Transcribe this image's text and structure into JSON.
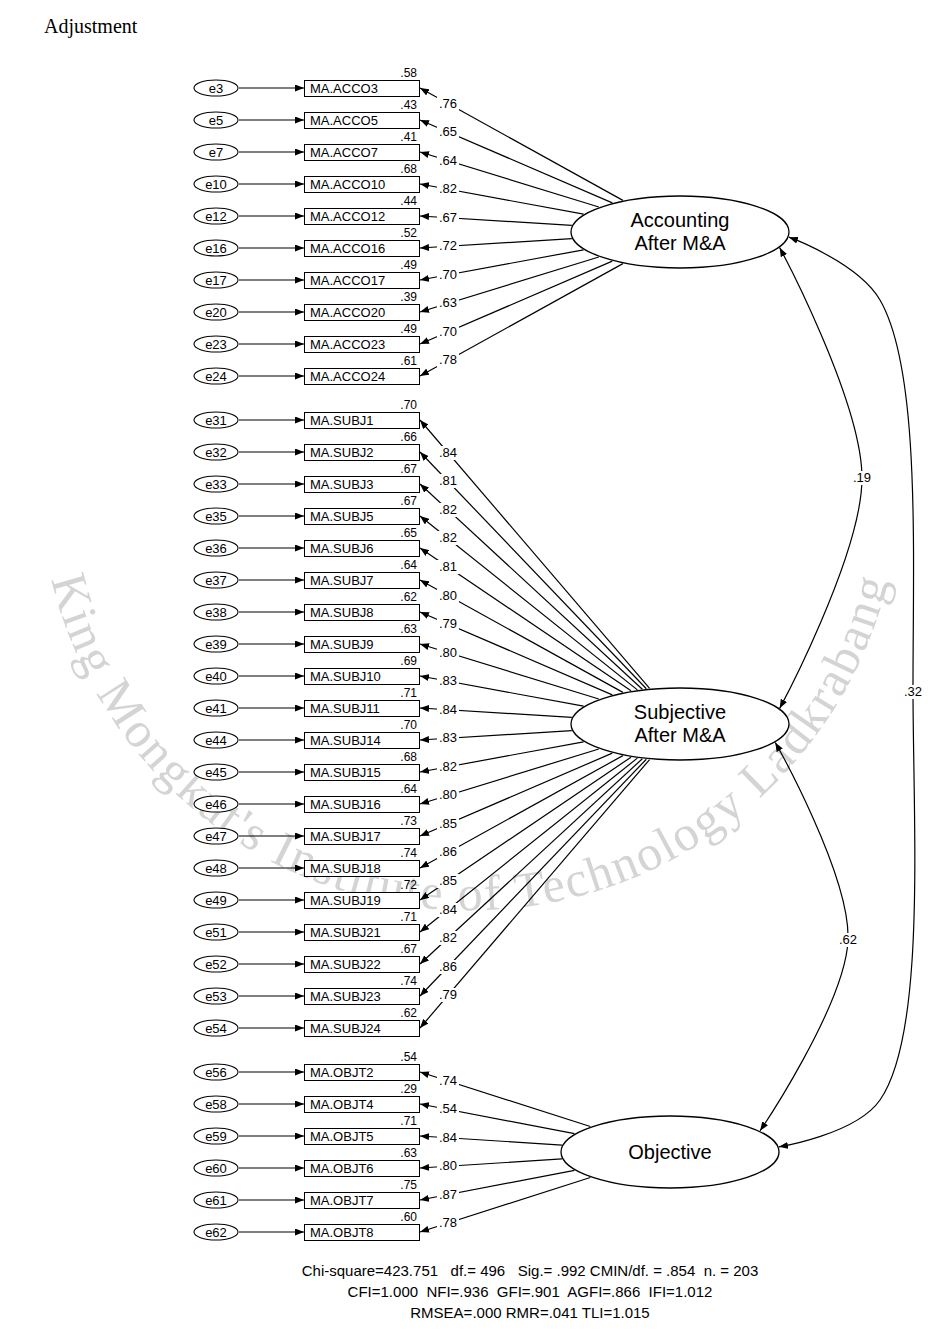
{
  "diagram": {
    "title": "Adjustment",
    "nodes": [
      {
        "text": [
          "e3"
        ]
      },
      {
        "text": [
          "MA.ACCO3",
          ".58"
        ]
      },
      {
        "text": [
          "e5"
        ]
      },
      {
        "text": [
          "MA.ACCO5",
          ".43"
        ]
      },
      {
        "text": [
          "e7"
        ]
      },
      {
        "text": [
          "MA.ACCO7",
          ".41"
        ]
      },
      {
        "text": [
          "e10"
        ]
      },
      {
        "text": [
          "MA.ACCO10",
          ".68"
        ]
      },
      {
        "text": [
          "e12"
        ]
      },
      {
        "text": [
          "MA.ACCO12",
          ".44"
        ]
      },
      {
        "text": [
          "e16"
        ]
      },
      {
        "text": [
          "MA.ACCO16",
          ".52"
        ]
      },
      {
        "text": [
          "e17"
        ]
      },
      {
        "text": [
          "MA.ACCO17",
          ".49"
        ]
      },
      {
        "text": [
          "e20"
        ]
      },
      {
        "text": [
          "MA.ACCO20",
          ".39"
        ]
      },
      {
        "text": [
          "e23"
        ]
      },
      {
        "text": [
          "MA.ACCO23",
          ".49"
        ]
      },
      {
        "text": [
          "e24"
        ]
      },
      {
        "text": [
          "MA.ACCO24",
          ".61"
        ]
      },
      {
        "text": [
          "Accounting After M&A"
        ]
      },
      {
        "text": [
          "e31"
        ]
      },
      {
        "text": [
          "MA.SUBJ1",
          ".70"
        ]
      },
      {
        "text": [
          "e32"
        ]
      },
      {
        "text": [
          "MA.SUBJ2",
          ".66"
        ]
      },
      {
        "text": [
          "e33"
        ]
      },
      {
        "text": [
          "MA.SUBJ3",
          ".67"
        ]
      },
      {
        "text": [
          "e35"
        ]
      },
      {
        "text": [
          "MA.SUBJ5",
          ".67"
        ]
      },
      {
        "text": [
          "e36"
        ]
      },
      {
        "text": [
          "MA.SUBJ6",
          ".65"
        ]
      },
      {
        "text": [
          "e37"
        ]
      },
      {
        "text": [
          "MA.SUBJ7",
          ".64"
        ]
      },
      {
        "text": [
          "e38"
        ]
      },
      {
        "text": [
          "MA.SUBJ8",
          ".62"
        ]
      },
      {
        "text": [
          "e39"
        ]
      },
      {
        "text": [
          "MA.SUBJ9",
          ".63"
        ]
      },
      {
        "text": [
          "e40"
        ]
      },
      {
        "text": [
          "MA.SUBJ10",
          ".69"
        ]
      },
      {
        "text": [
          "e41"
        ]
      },
      {
        "text": [
          "MA.SUBJ11",
          ".71"
        ]
      },
      {
        "text": [
          "e44"
        ]
      },
      {
        "text": [
          "MA.SUBJ14",
          ".70"
        ]
      },
      {
        "text": [
          "e45"
        ]
      },
      {
        "text": [
          "MA.SUBJ15",
          ".68"
        ]
      },
      {
        "text": [
          "e46"
        ]
      },
      {
        "text": [
          "MA.SUBJ16",
          ".64"
        ]
      },
      {
        "text": [
          "e47"
        ]
      },
      {
        "text": [
          "MA.SUBJ17",
          ".73"
        ]
      },
      {
        "text": [
          "e48"
        ]
      },
      {
        "text": [
          "MA.SUBJ18",
          ".74"
        ]
      },
      {
        "text": [
          "e49"
        ]
      },
      {
        "text": [
          "MA.SUBJ19",
          ".72"
        ]
      },
      {
        "text": [
          "e51"
        ]
      },
      {
        "text": [
          "MA.SUBJ21",
          ".71"
        ]
      },
      {
        "text": [
          "e52"
        ]
      },
      {
        "text": [
          "MA.SUBJ22",
          ".67"
        ]
      },
      {
        "text": [
          "e53"
        ]
      },
      {
        "text": [
          "MA.SUBJ23",
          ".74"
        ]
      },
      {
        "text": [
          "e54"
        ]
      },
      {
        "text": [
          "MA.SUBJ24",
          ".62"
        ]
      },
      {
        "text": [
          "Subjective After M&A"
        ]
      },
      {
        "text": [
          "e56"
        ]
      },
      {
        "text": [
          "MA.OBJT2",
          ".54"
        ]
      },
      {
        "text": [
          "e58"
        ]
      },
      {
        "text": [
          "MA.OBJT4",
          ".29"
        ]
      },
      {
        "text": [
          "e59"
        ]
      },
      {
        "text": [
          "MA.OBJT5",
          ".71"
        ]
      },
      {
        "text": [
          "e60"
        ]
      },
      {
        "text": [
          "MA.OBJT6",
          ".63"
        ]
      },
      {
        "text": [
          "e61"
        ]
      },
      {
        "text": [
          "MA.OBJT7",
          ".75"
        ]
      },
      {
        "text": [
          "e62"
        ]
      },
      {
        "text": [
          "MA.OBJT8",
          ".60"
        ]
      },
      {
        "text": [
          "Objective"
        ]
      }
    ],
    "edges": [
      {
        "from": 0,
        "to": 1,
        "arrow": "to"
      },
      {
        "from": 20,
        "to": 1,
        "arrow": "to",
        "label": ".76"
      },
      {
        "from": 2,
        "to": 3,
        "arrow": "to"
      },
      {
        "from": 20,
        "to": 3,
        "arrow": "to",
        "label": ".65"
      },
      {
        "from": 4,
        "to": 5,
        "arrow": "to"
      },
      {
        "from": 20,
        "to": 5,
        "arrow": "to",
        "label": ".64"
      },
      {
        "from": 6,
        "to": 7,
        "arrow": "to"
      },
      {
        "from": 20,
        "to": 7,
        "arrow": "to",
        "label": ".82"
      },
      {
        "from": 8,
        "to": 9,
        "arrow": "to"
      },
      {
        "from": 20,
        "to": 9,
        "arrow": "to",
        "label": ".67"
      },
      {
        "from": 10,
        "to": 11,
        "arrow": "to"
      },
      {
        "from": 20,
        "to": 11,
        "arrow": "to",
        "label": ".72"
      },
      {
        "from": 12,
        "to": 13,
        "arrow": "to"
      },
      {
        "from": 20,
        "to": 13,
        "arrow": "to",
        "label": ".70"
      },
      {
        "from": 14,
        "to": 15,
        "arrow": "to"
      },
      {
        "from": 20,
        "to": 15,
        "arrow": "to",
        "label": ".63"
      },
      {
        "from": 16,
        "to": 17,
        "arrow": "to"
      },
      {
        "from": 20,
        "to": 17,
        "arrow": "to",
        "label": ".70"
      },
      {
        "from": 18,
        "to": 19,
        "arrow": "to"
      },
      {
        "from": 20,
        "to": 19,
        "arrow": "to",
        "label": ".78"
      },
      {
        "from": 21,
        "to": 22,
        "arrow": "to"
      },
      {
        "from": 61,
        "to": 22,
        "arrow": "to",
        "label": ".84"
      },
      {
        "from": 23,
        "to": 24,
        "arrow": "to"
      },
      {
        "from": 61,
        "to": 24,
        "arrow": "to",
        "label": ".81"
      },
      {
        "from": 25,
        "to": 26,
        "arrow": "to"
      },
      {
        "from": 61,
        "to": 26,
        "arrow": "to",
        "label": ".82"
      },
      {
        "from": 27,
        "to": 28,
        "arrow": "to"
      },
      {
        "from": 61,
        "to": 28,
        "arrow": "to",
        "label": ".82"
      },
      {
        "from": 29,
        "to": 30,
        "arrow": "to"
      },
      {
        "from": 61,
        "to": 30,
        "arrow": "to",
        "label": ".81"
      },
      {
        "from": 31,
        "to": 32,
        "arrow": "to"
      },
      {
        "from": 61,
        "to": 32,
        "arrow": "to",
        "label": ".80"
      },
      {
        "from": 33,
        "to": 34,
        "arrow": "to"
      },
      {
        "from": 61,
        "to": 34,
        "arrow": "to",
        "label": ".79"
      },
      {
        "from": 35,
        "to": 36,
        "arrow": "to"
      },
      {
        "from": 61,
        "to": 36,
        "arrow": "to",
        "label": ".80"
      },
      {
        "from": 37,
        "to": 38,
        "arrow": "to"
      },
      {
        "from": 61,
        "to": 38,
        "arrow": "to",
        "label": ".83"
      },
      {
        "from": 39,
        "to": 40,
        "arrow": "to"
      },
      {
        "from": 61,
        "to": 40,
        "arrow": "to",
        "label": ".84"
      },
      {
        "from": 41,
        "to": 42,
        "arrow": "to"
      },
      {
        "from": 61,
        "to": 42,
        "arrow": "to",
        "label": ".83"
      },
      {
        "from": 43,
        "to": 44,
        "arrow": "to"
      },
      {
        "from": 61,
        "to": 44,
        "arrow": "to",
        "label": ".82"
      },
      {
        "from": 45,
        "to": 46,
        "arrow": "to"
      },
      {
        "from": 61,
        "to": 46,
        "arrow": "to",
        "label": ".80"
      },
      {
        "from": 47,
        "to": 48,
        "arrow": "to"
      },
      {
        "from": 61,
        "to": 48,
        "arrow": "to",
        "label": ".85"
      },
      {
        "from": 49,
        "to": 50,
        "arrow": "to"
      },
      {
        "from": 61,
        "to": 50,
        "arrow": "to",
        "label": ".86"
      },
      {
        "from": 51,
        "to": 52,
        "arrow": "to"
      },
      {
        "from": 61,
        "to": 52,
        "arrow": "to",
        "label": ".85"
      },
      {
        "from": 53,
        "to": 54,
        "arrow": "to"
      },
      {
        "from": 61,
        "to": 54,
        "arrow": "to",
        "label": ".84"
      },
      {
        "from": 55,
        "to": 56,
        "arrow": "to"
      },
      {
        "from": 61,
        "to": 56,
        "arrow": "to",
        "label": ".82"
      },
      {
        "from": 57,
        "to": 58,
        "arrow": "to"
      },
      {
        "from": 61,
        "to": 58,
        "arrow": "to",
        "label": ".86"
      },
      {
        "from": 59,
        "to": 60,
        "arrow": "to"
      },
      {
        "from": 61,
        "to": 60,
        "arrow": "to",
        "label": ".79"
      },
      {
        "from": 62,
        "to": 63,
        "arrow": "to"
      },
      {
        "from": 74,
        "to": 63,
        "arrow": "to",
        "label": ".74"
      },
      {
        "from": 64,
        "to": 65,
        "arrow": "to"
      },
      {
        "from": 74,
        "to": 65,
        "arrow": "to",
        "label": ".54"
      },
      {
        "from": 66,
        "to": 67,
        "arrow": "to"
      },
      {
        "from": 74,
        "to": 67,
        "arrow": "to",
        "label": ".84"
      },
      {
        "from": 68,
        "to": 69,
        "arrow": "to"
      },
      {
        "from": 74,
        "to": 69,
        "arrow": "to",
        "label": ".80"
      },
      {
        "from": 70,
        "to": 71,
        "arrow": "to"
      },
      {
        "from": 74,
        "to": 71,
        "arrow": "to",
        "label": ".87"
      },
      {
        "from": 72,
        "to": 73,
        "arrow": "to"
      },
      {
        "from": 74,
        "to": 73,
        "arrow": "to",
        "label": ".78"
      },
      {
        "from": 20,
        "to": 61,
        "arrow": "both",
        "label": ".19"
      },
      {
        "from": 20,
        "to": 74,
        "arrow": "both",
        "label": ".32"
      },
      {
        "from": 61,
        "to": 74,
        "arrow": "both",
        "label": ".62"
      }
    ],
    "labels": [
      "King Mongkut's Institute of Technology Ladkrabang",
      "Chi-square=423.751   df.= 496   Sig.= .992 CMIN/df. = .854  n. = 203",
      "CFI=1.000  NFI=.936  GFI=.901  AGFI=.866  IFI=1.012",
      "RMSEA=.000 RMR=.041 TLI=1.015"
    ]
  }
}
